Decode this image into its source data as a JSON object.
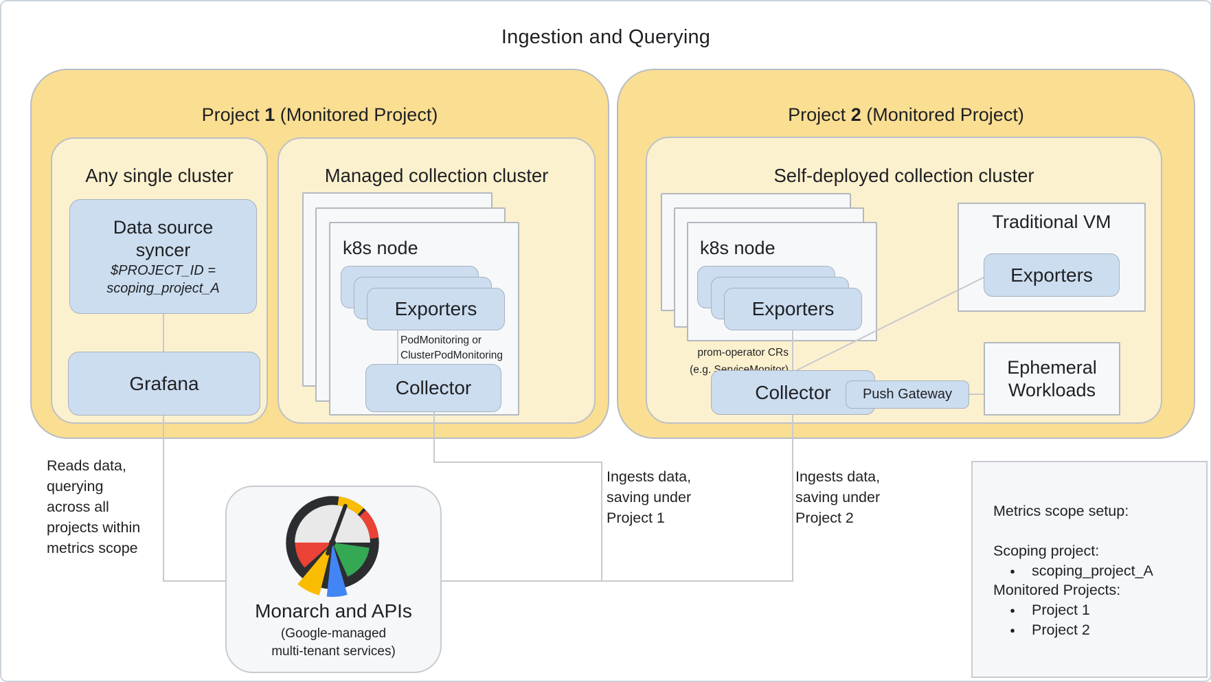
{
  "title": "Ingestion and Querying",
  "colors": {
    "container_fill": "#FADE92",
    "cluster_fill": "#FCF1CE",
    "node_fill": "#F7F8FA",
    "blue_fill": "#CCDDF0",
    "border_gray": "#B7BCC3",
    "line_gray": "#C6C9CD",
    "text": "#1F2023",
    "gauge_red": "#EA4335",
    "gauge_yellow": "#FBBC04",
    "gauge_green": "#34A853",
    "gauge_blue": "#4285F4",
    "gauge_dark": "#2B2D31"
  },
  "project1": {
    "label_prefix": "Project ",
    "label_number": "1",
    "label_suffix": " (Monitored Project)",
    "any_single_cluster": {
      "label": "Any single cluster",
      "data_source_syncer_line1": "Data source",
      "data_source_syncer_line2": "syncer",
      "syncer_var_line1": "$PROJECT_ID =",
      "syncer_var_line2": "scoping_project_A",
      "grafana_label": "Grafana"
    },
    "managed_cluster": {
      "label": "Managed collection cluster",
      "k8s_node_label": "k8s node",
      "exporters_label": "Exporters",
      "note_line1": "PodMonitoring or",
      "note_line2": "ClusterPodMonitoring",
      "collector_label": "Collector"
    }
  },
  "project2": {
    "label_prefix": "Project ",
    "label_number": "2",
    "label_suffix": " (Monitored Project)",
    "self_deployed_cluster": {
      "label": "Self-deployed collection cluster",
      "k8s_node_label": "k8s node",
      "exporters_label": "Exporters",
      "note_line1": "prom-operator CRs",
      "note_line2": "(e.g. ServiceMonitor)",
      "collector_label": "Collector",
      "push_gateway_label": "Push Gateway",
      "traditional_vm_label": "Traditional VM",
      "traditional_vm_exporters_label": "Exporters",
      "ephemeral_line1": "Ephemeral",
      "ephemeral_line2": "Workloads"
    }
  },
  "monarch": {
    "icon": "monitoring-gauge-icon",
    "title": "Monarch and APIs",
    "subtitle_line1": "(Google-managed",
    "subtitle_line2": "multi-tenant services)"
  },
  "annotations": {
    "reads_data_lines": [
      "Reads data,",
      "querying",
      "across all",
      "projects within",
      "metrics scope"
    ],
    "ingests_p1_lines": [
      "Ingests data,",
      "saving under",
      "Project 1"
    ],
    "ingests_p2_lines": [
      "Ingests data,",
      "saving under",
      "Project 2"
    ]
  },
  "metrics_scope": {
    "title": "Metrics scope setup:",
    "scoping_label": "Scoping project:",
    "scoping_item": "scoping_project_A",
    "monitored_label": "Monitored Projects:",
    "monitored_item1": "Project 1",
    "monitored_item2": "Project 2",
    "bullet_glyph": "●"
  }
}
